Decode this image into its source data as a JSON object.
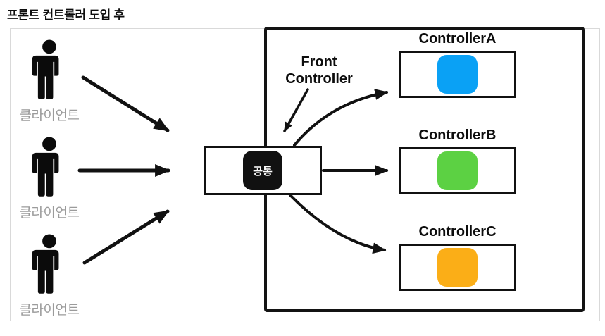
{
  "title": "프론트 컨트롤러 도입 후",
  "clients": [
    {
      "label": "클라이언트"
    },
    {
      "label": "클라이언트"
    },
    {
      "label": "클라이언트"
    }
  ],
  "front_controller": {
    "annotation_line1": "Front",
    "annotation_line2": "Controller",
    "chip_label": "공통"
  },
  "controllers": [
    {
      "name": "ControllerA",
      "color": "#0aa1f5"
    },
    {
      "name": "ControllerB",
      "color": "#5cd143"
    },
    {
      "name": "ControllerC",
      "color": "#fbae17"
    }
  ],
  "icons": {
    "person": "person-silhouette-icon",
    "arrow": "black-arrow"
  },
  "colors": {
    "line": "#111111",
    "label_gray": "#9b9b9b",
    "frame_border": "#d9d9d9"
  }
}
